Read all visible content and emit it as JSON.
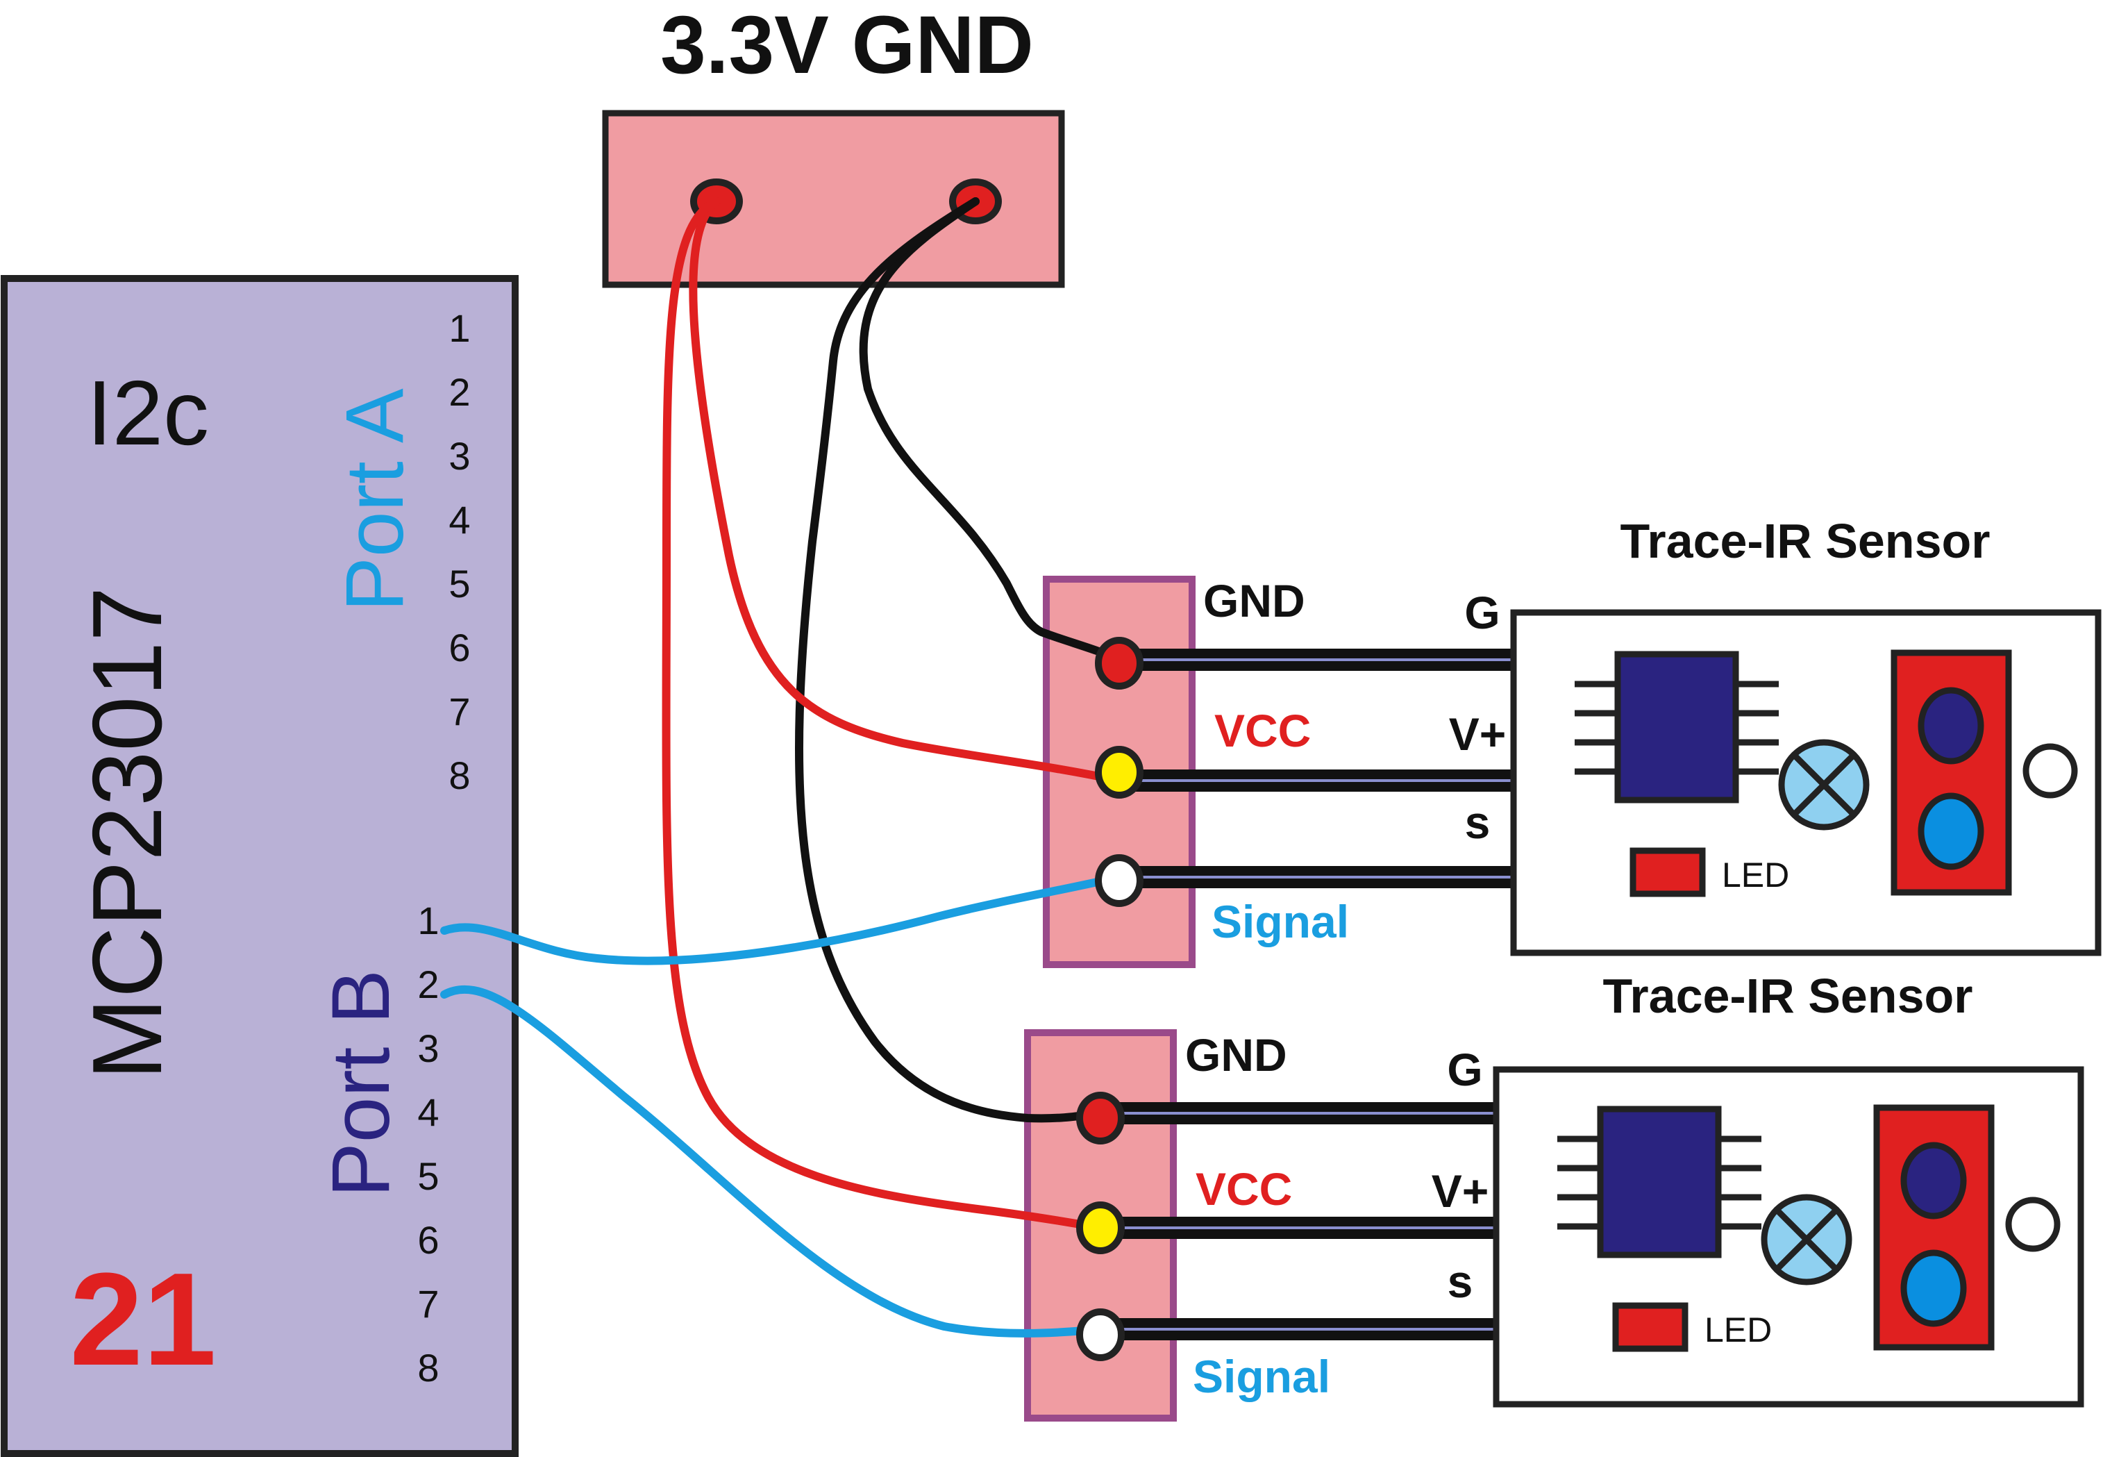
{
  "power_header": {
    "label": "3.3V GND",
    "fill": "#f09ca2"
  },
  "mcp": {
    "protocol_label": "I2c",
    "chip_label": "MCP23017",
    "address_label": "21",
    "fill": "#b9b1d6",
    "port_a": {
      "label": "Port A",
      "color": "#1a9ee0",
      "pins": [
        "1",
        "2",
        "3",
        "4",
        "5",
        "6",
        "7",
        "8"
      ]
    },
    "port_b": {
      "label": "Port B",
      "color": "#2a2380",
      "pins": [
        "1",
        "2",
        "3",
        "4",
        "5",
        "6",
        "7",
        "8"
      ]
    }
  },
  "connectors": [
    {
      "gnd_label": "GND",
      "vcc_label": "VCC",
      "signal_label": "Signal"
    },
    {
      "gnd_label": "GND",
      "vcc_label": "VCC",
      "signal_label": "Signal"
    }
  ],
  "sensors": [
    {
      "title": "Trace-IR Sensor",
      "pin_g": "G",
      "pin_vplus": "V+",
      "pin_s": "s",
      "led_label": "LED"
    },
    {
      "title": "Trace-IR Sensor",
      "pin_g": "G",
      "pin_vplus": "V+",
      "pin_s": "s",
      "led_label": "LED"
    }
  ],
  "colors": {
    "wire_vcc": "#e02020",
    "wire_gnd": "#111111",
    "wire_signal": "#1a9ee0",
    "connector_fill": "#f09ca2",
    "connector_border": "#9a4a8a",
    "chip": "#2a2380",
    "sensor_block": "#e02020",
    "led": "#e02020",
    "emitter": "#8fd0f0"
  }
}
